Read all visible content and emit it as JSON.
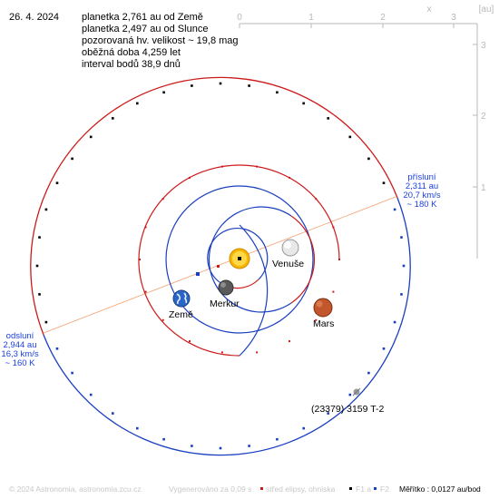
{
  "header": {
    "date": "26. 4. 2024",
    "lines": [
      "planetka 2,761 au od Země",
      "planetka 2,497 au od Slunce",
      "pozorovaná hv. velikost ~ 19,8 mag",
      "oběžná doba 4,259 let",
      "interval bodů 38,9 dnů"
    ]
  },
  "axes": {
    "x_label": "x",
    "unit_label": "[au]",
    "x_ticks": [
      "0",
      "1",
      "2",
      "3"
    ],
    "y_ticks": [
      "3",
      "2",
      "1"
    ]
  },
  "perihelion": {
    "lines": [
      "přísluní",
      "2,311 au",
      "20,7 km/s",
      "~ 180 K"
    ]
  },
  "aphelion": {
    "lines": [
      "odsluní",
      "2,944 au",
      "16,3 km/s",
      "~ 160 K"
    ]
  },
  "bodies": {
    "venus": "Venuše",
    "mercury": "Merkur",
    "earth": "Země",
    "mars": "Mars",
    "asteroid": "(23379) 3159 T-2"
  },
  "footer": {
    "copyright": "© 2024 Astronomia, astronomia.zcu.cz",
    "generated": "Vygenerováno za 0,09 s",
    "legend_center": "střed elipsy, ohniska",
    "legend_f1": "F1 a",
    "legend_f2": "F2",
    "scale": "Měřítko : 0,0127 au/bod"
  },
  "colors": {
    "earth_orbit": "#1a3fbf",
    "mars_orbit": "#cc1a1a",
    "asteroid_orbit_near": "#cc1a1a",
    "asteroid_orbit_far": "#1a3fbf",
    "apsides_line": "#f4a070",
    "axis": "#b8b8b8",
    "label_blue": "#1a3fe0"
  }
}
